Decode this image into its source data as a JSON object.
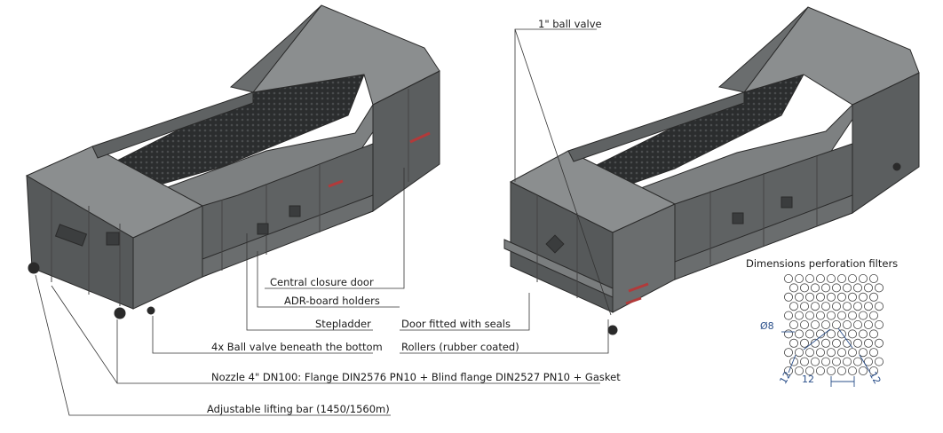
{
  "labels": {
    "ball_valve_1in": "1\" ball valve",
    "central_closure_door": "Central closure door",
    "adr_board_holders": "ADR-board holders",
    "stepladder": "Stepladder",
    "door_fitted_with_seals": "Door fitted with seals",
    "ball_valve_4x": "4x Ball valve beneath the bottom",
    "rollers": "Rollers (rubber coated)",
    "nozzle": "Nozzle 4\" DN100: Flange DIN2576 PN10 + Blind flange DIN2527 PN10 + Gasket",
    "lifting_bar": "Adjustable lifting bar (1450/1560m)"
  },
  "perforation_filter": {
    "title": "Dimensions perforation filters",
    "diameter": "Ø8",
    "pitch": "12",
    "diag_left": "12",
    "diag_right": "12"
  },
  "colors": {
    "body_front": "#56595a",
    "body_side": "#6a6d6e",
    "top_surface": "#8b8e8f",
    "mesh": "#2b2d2e",
    "outline": "#2a2a2a",
    "valve_accent": "#b23a3a",
    "dimension_blue": "#2a4f8a"
  }
}
